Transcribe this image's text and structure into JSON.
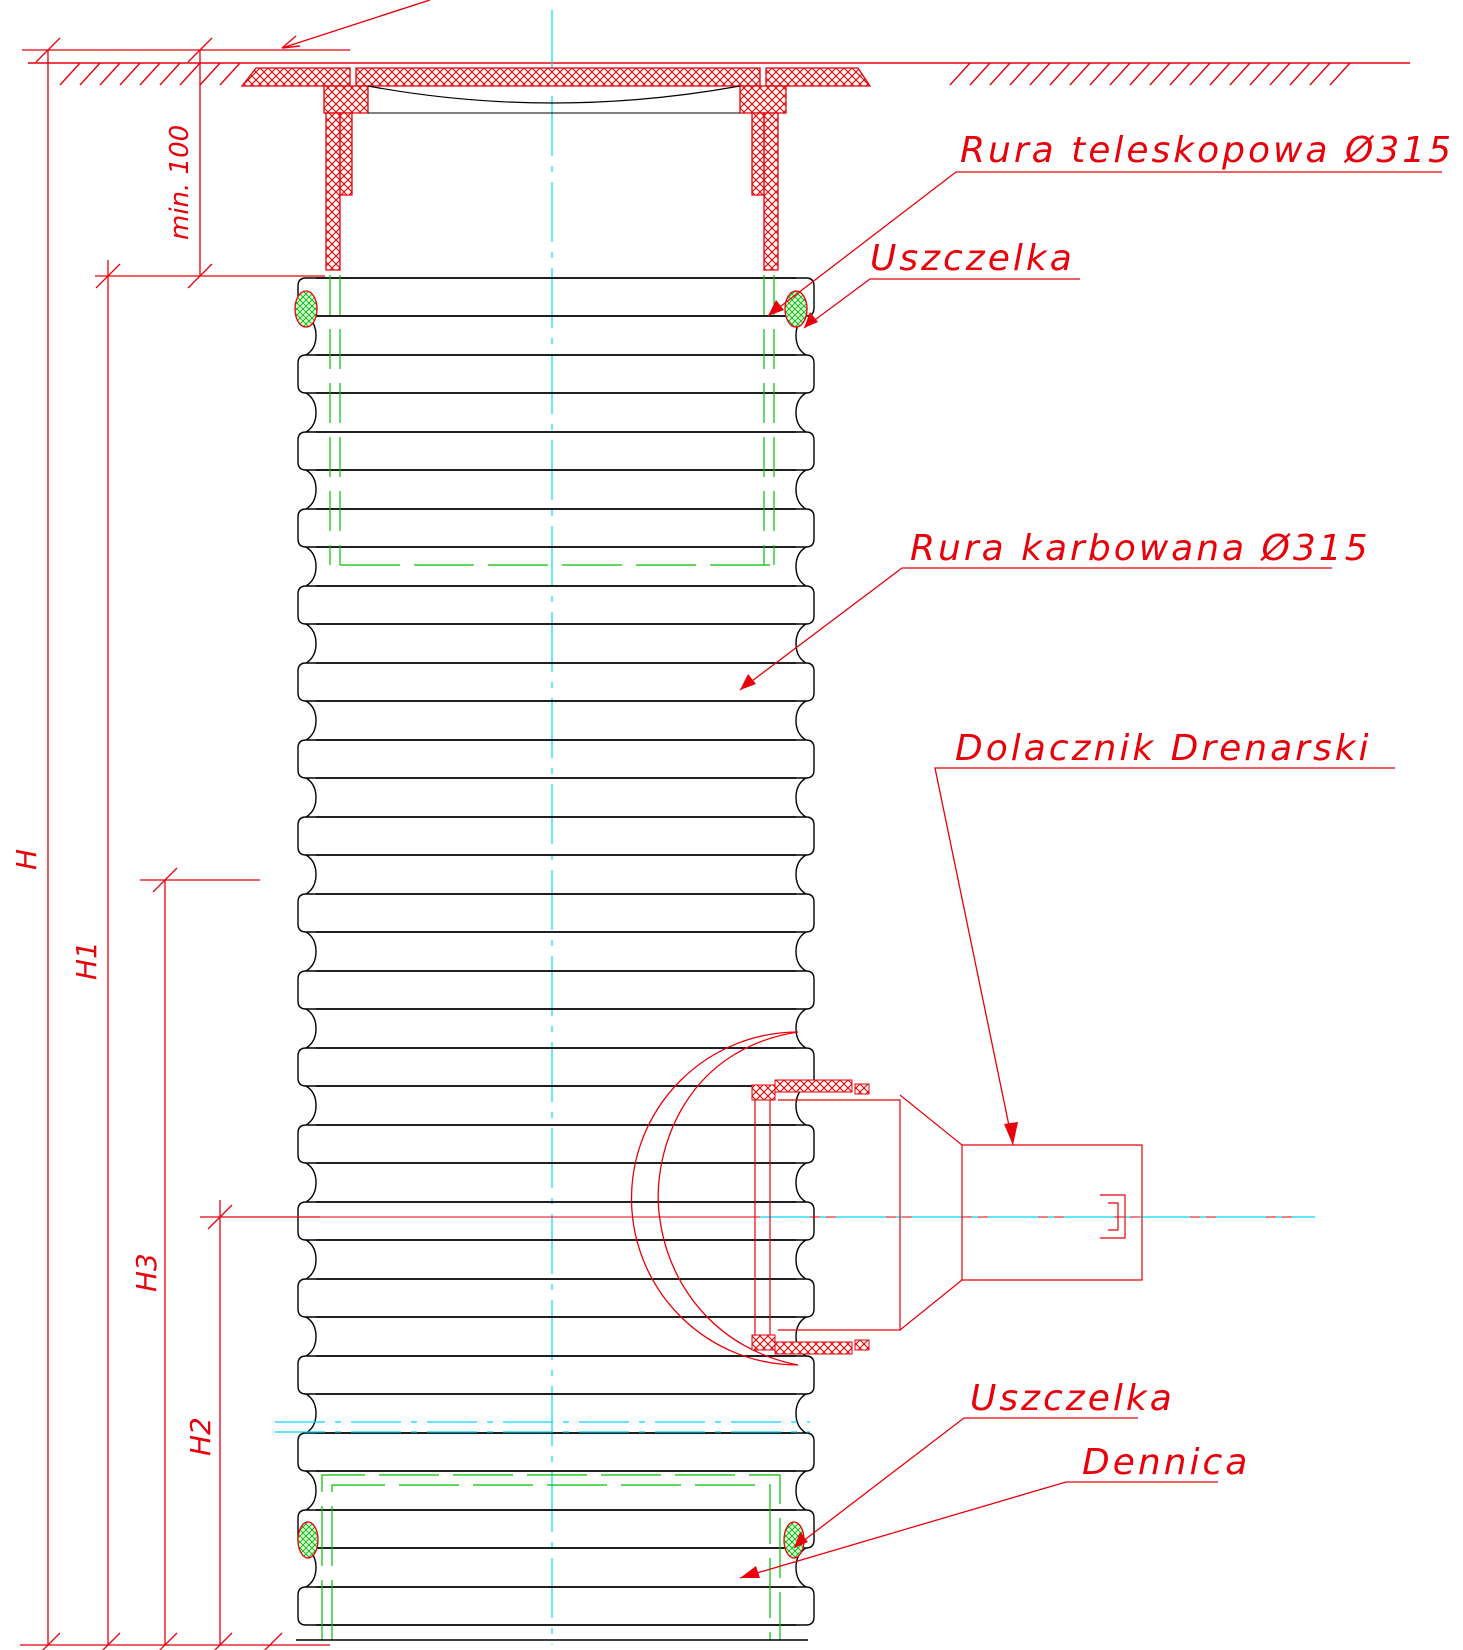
{
  "colors": {
    "outline": "#000000",
    "red": "#e8000b",
    "centerline": "#00d8ff",
    "hidden": "#00c000",
    "hatch": "#d40000"
  },
  "labels": {
    "telescopic_pipe": "Rura teleskopowa Ø315",
    "gasket_top": "Uszczelka",
    "corrugated_pipe": "Rura karbowana Ø315",
    "drain_connector": "Dolacznik Drenarski",
    "gasket_bottom": "Uszczelka",
    "bottom_plate": "Dennica"
  },
  "dimensions": {
    "min_cover": "min. 100",
    "H": "H",
    "H1": "H1",
    "H2": "H2",
    "H3": "H3"
  },
  "icons": [
    "ground-hatch",
    "leader-arrow",
    "gasket-seal",
    "cross-hatch"
  ]
}
